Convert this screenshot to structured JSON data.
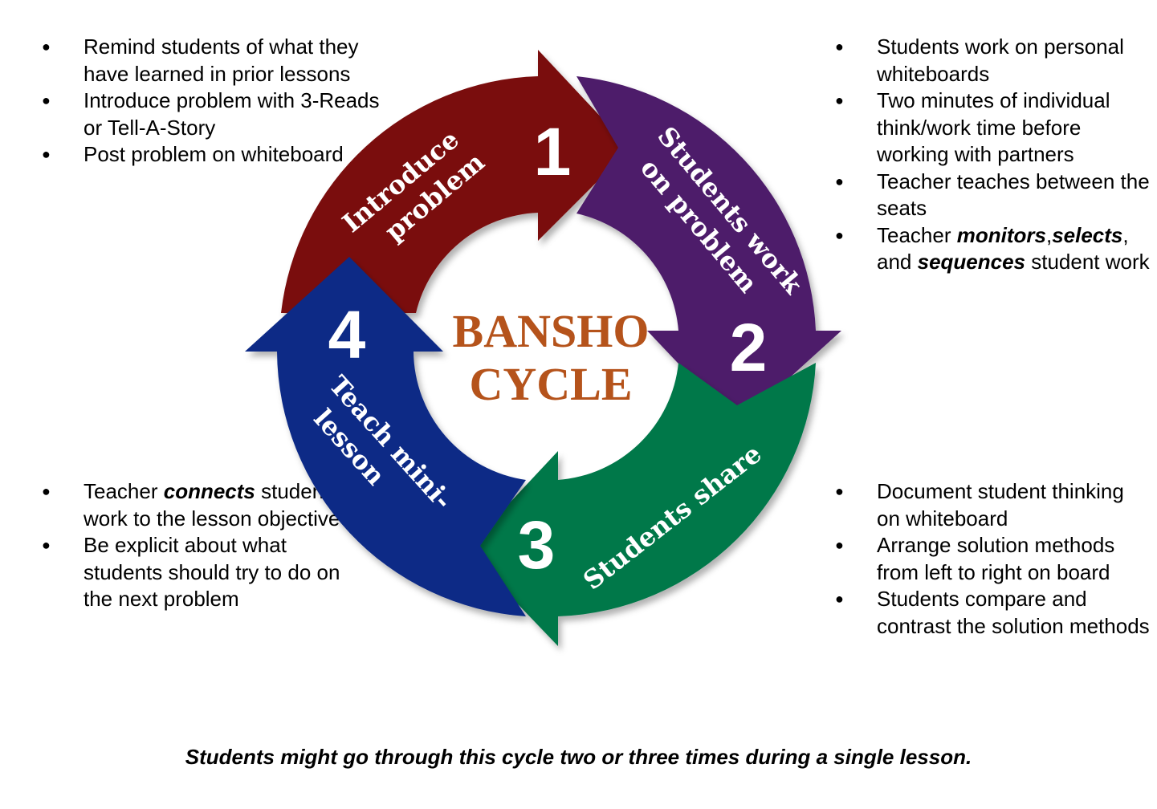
{
  "diagram": {
    "title_line1": "BANSHO",
    "title_line2": "CYCLE",
    "steps": [
      {
        "number": "1",
        "label_line1": "Introduce",
        "label_line2": "problem",
        "color": "#7a0a0a",
        "notes": [
          [
            "Remind students of what they have learned in prior lessons"
          ],
          [
            "Introduce problem",
            "with 3-Reads or",
            "Tell-A-Story"
          ],
          [
            "Post problem on",
            "whiteboard"
          ]
        ]
      },
      {
        "number": "2",
        "label_line1": "Students work",
        "label_line2": "on problem",
        "color": "#4e1d6b",
        "notes": [
          [
            "Students work on",
            "personal whiteboards"
          ],
          [
            "Two minutes of individual",
            "think/work time before",
            "working with partners"
          ],
          [
            "Teacher teaches between",
            "the seats"
          ],
          [
            "Teacher ",
            "*monitors",
            ",",
            "*selects",
            ", and ",
            "*sequences",
            " student work"
          ]
        ]
      },
      {
        "number": "3",
        "label_line1": "Students share",
        "label_line2": "",
        "color": "#00784a",
        "notes": [
          [
            "Document student",
            "thinking on whiteboard"
          ],
          [
            "Arrange solution methods",
            "from left to right on board"
          ],
          [
            "Students compare and",
            "contrast the solution",
            "methods"
          ]
        ]
      },
      {
        "number": "4",
        "label_line1": "Teach mini-",
        "label_line2": "lesson",
        "color": "#0b2a86",
        "notes": [
          [
            "Teacher ",
            "*connects",
            " student work to the lesson objective"
          ],
          [
            "Be explicit about what",
            "students should try to do",
            "on the next problem"
          ]
        ]
      }
    ],
    "footnote": "Students might go through this cycle two or three times during a single lesson."
  }
}
